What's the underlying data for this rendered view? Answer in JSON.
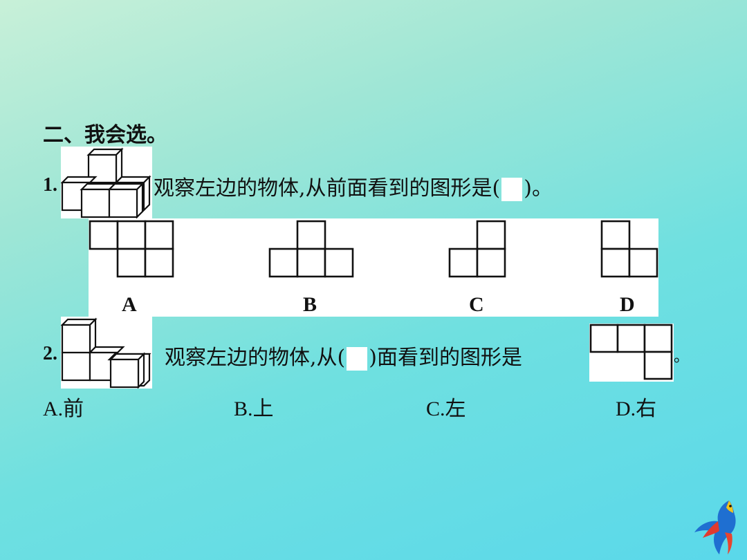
{
  "section_title": "二、我会选。",
  "q1": {
    "number": "1.",
    "text_before": "观察左边的物体,从前面看到的图形是(",
    "text_after": ")。",
    "options": [
      "A",
      "B",
      "C",
      "D"
    ]
  },
  "q2": {
    "number": "2.",
    "text_before": "观察左边的物体,从(",
    "text_after": ")面看到的图形是",
    "end_mark": "。",
    "choices": [
      "A.前",
      "B.上",
      "C.左",
      "D.右"
    ]
  },
  "logo_icon": "parrot-icon"
}
